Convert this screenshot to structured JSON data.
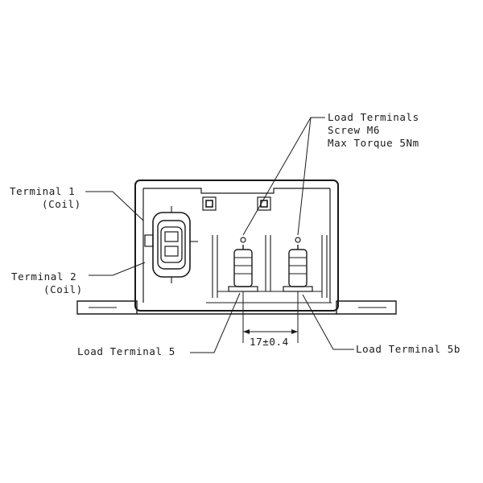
{
  "labels": {
    "load_terminals": {
      "line1": "Load Terminals",
      "line2": "Screw M6",
      "line3": "Max Torque 5Nm"
    },
    "terminal_1": {
      "name": "Terminal 1",
      "sub": "(Coil)"
    },
    "terminal_2": {
      "name": "Terminal 2",
      "sub": "(Coil)"
    },
    "load_terminal_5": "Load Terminal 5",
    "load_terminal_5b": "Load Terminal 5b",
    "dimension": "17±0.4"
  }
}
